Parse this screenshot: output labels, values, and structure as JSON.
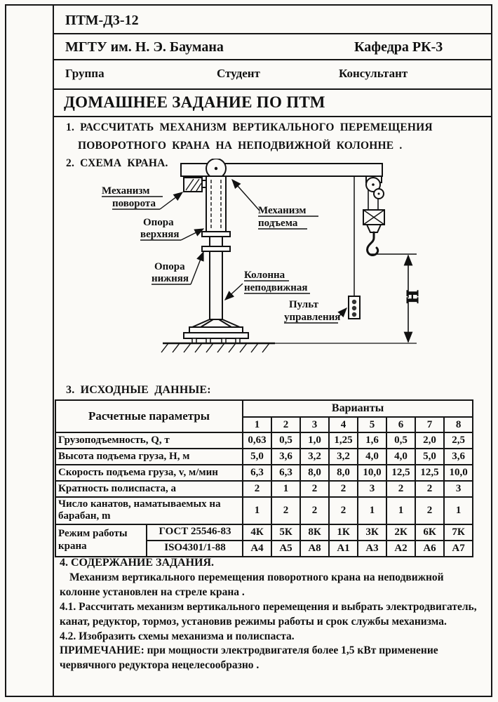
{
  "header": {
    "doc_code": "ПТМ-Д3-12",
    "university": "МГТУ им. Н. Э. Баумана",
    "department": "Кафедра РК-3",
    "group_label": "Группа",
    "student_label": "Студент",
    "consultant_label": "Консультант",
    "title": "ДОМАШНЕЕ ЗАДАНИЕ ПО ПТМ"
  },
  "tasks": {
    "item1_line1": "1. РАССЧИТАТЬ МЕХАНИЗМ ВЕРТИКАЛЬНОГО ПЕРЕМЕЩЕНИЯ",
    "item1_line2": "ПОВОРОТНОГО КРАНА НА НЕПОДВИЖНОЙ КОЛОННЕ .",
    "item2": "2. СХЕМА КРАНА.",
    "item3": "3. ИСХОДНЫЕ ДАННЫЕ:"
  },
  "diagram": {
    "labels": {
      "rotation_l1": "Механизм",
      "rotation_l2": "поворота",
      "lifting_l1": "Механизм",
      "lifting_l2": "подъема",
      "upper_l1": "Опора",
      "upper_l2": "верхняя",
      "lower_l1": "Опора",
      "lower_l2": "нижняя",
      "column_l1": "Колонна",
      "column_l2": "неподвижная",
      "pendant_l1": "Пульт",
      "pendant_l2": "управления",
      "height": "Н"
    }
  },
  "table": {
    "param_header": "Расчетные параметры",
    "variants_header": "Варианты",
    "variant_numbers": [
      "1",
      "2",
      "3",
      "4",
      "5",
      "6",
      "7",
      "8"
    ],
    "rows": [
      {
        "label": "Грузоподъемность, Q, т",
        "values": [
          "0,63",
          "0,5",
          "1,0",
          "1,25",
          "1,6",
          "0,5",
          "2,0",
          "2,5"
        ]
      },
      {
        "label": "Высота подъема груза, Н, м",
        "values": [
          "5,0",
          "3,6",
          "3,2",
          "3,2",
          "4,0",
          "4,0",
          "5,0",
          "3,6"
        ]
      },
      {
        "label": "Скорость подъема груза, v, м/мин",
        "values": [
          "6,3",
          "6,3",
          "8,0",
          "8,0",
          "10,0",
          "12,5",
          "12,5",
          "10,0"
        ]
      },
      {
        "label": "Кратность полиспаста, а",
        "values": [
          "2",
          "1",
          "2",
          "2",
          "3",
          "2",
          "2",
          "3"
        ]
      },
      {
        "label": "Число канатов, наматываемых на барабан, m",
        "values": [
          "1",
          "2",
          "2",
          "2",
          "1",
          "1",
          "2",
          "1"
        ]
      }
    ],
    "mode_label": "Режим работы крана",
    "gost_label": "ГОСТ 25546-83",
    "gost_values": [
      "4К",
      "5К",
      "8К",
      "1К",
      "3К",
      "2К",
      "6К",
      "7К"
    ],
    "iso_label": "ISO4301/1-88",
    "iso_values": [
      "А4",
      "А5",
      "А8",
      "А1",
      "А3",
      "А2",
      "А6",
      "А7"
    ]
  },
  "section4": {
    "heading": "4. СОДЕРЖАНИЕ ЗАДАНИЯ.",
    "p1": "Механизм вертикального перемещения поворотного крана на неподвижной колонне установлен на стреле крана .",
    "p2": "4.1. Рассчитать механизм вертикального перемещения и выбрать электродвигатель, канат, редуктор, тормоз, установив режимы работы и срок службы механизма.",
    "p3": "4.2. Изобразить схемы механизма и полиспаста.",
    "note": "ПРИМЕЧАНИЕ: при мощности электродвигателя более 1,5 кВт применение червячного редуктора нецелесообразно ."
  }
}
